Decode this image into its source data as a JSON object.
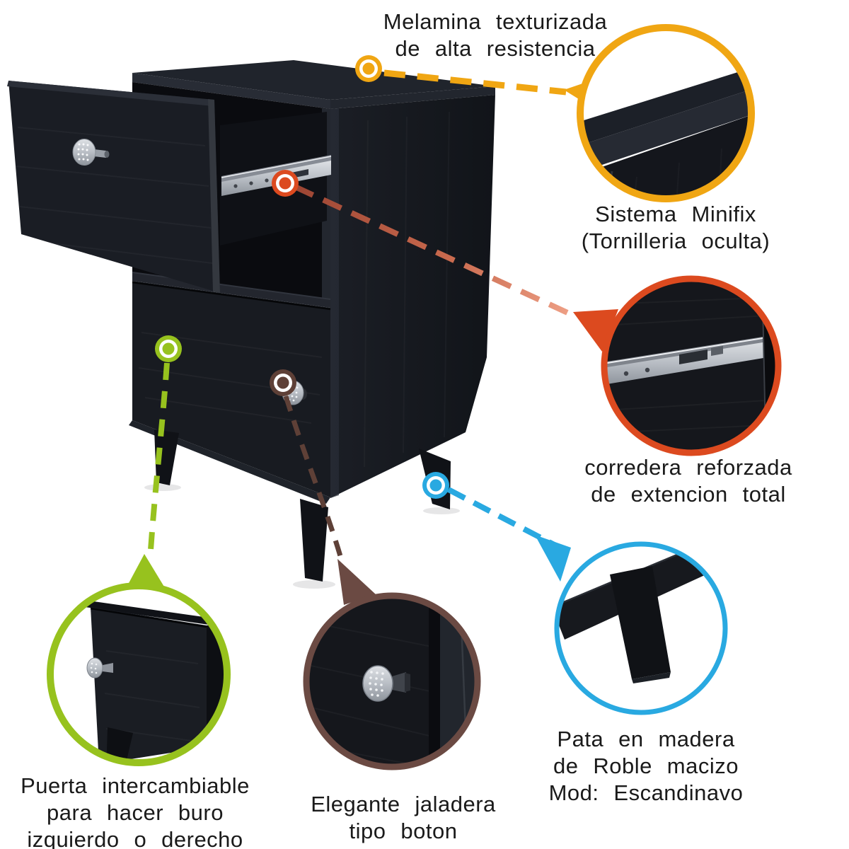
{
  "colors": {
    "yellow": "#F0A613",
    "orange": "#DC4A1F",
    "green": "#97C21E",
    "blue": "#29A9E1",
    "maroon": "#5E4037",
    "maroon_ring": "#6B4A43",
    "text": "#1A1A1A"
  },
  "labels": {
    "melamina": "Melamina texturizada\nde alta resistencia",
    "minifix": "Sistema Minifix\n(Tornilleria oculta)",
    "corredera": "corredera reforzada\nde extencion total",
    "pata": "Pata en madera\nde Roble macizo\nMod: Escandinavo",
    "puerta": "Puerta intercambiable\npara hacer buro\nizquierdo o derecho",
    "jaladera": "Elegante jaladera\ntipo boton"
  }
}
